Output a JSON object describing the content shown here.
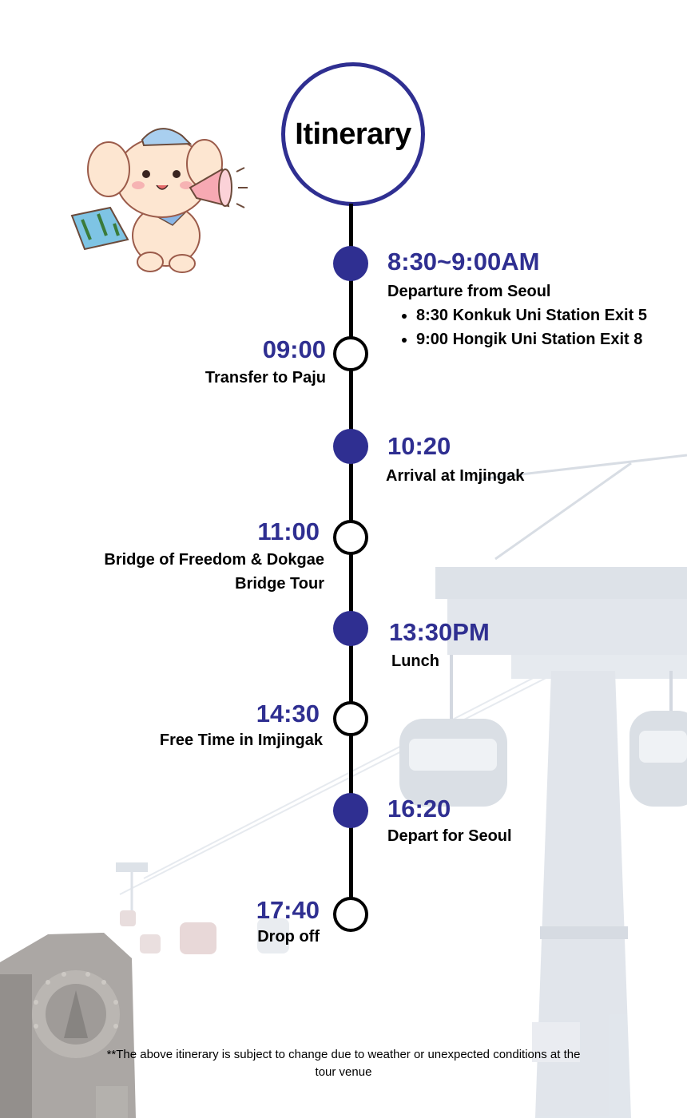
{
  "title": "Itinerary",
  "colors": {
    "accent": "#2f2f91",
    "line": "#000000",
    "bg_photo": "#c9d1dc"
  },
  "events": [
    {
      "time": "8:30~9:00AM",
      "description": "Departure from Seoul",
      "bullets": [
        "8:30 Konkuk Uni Station Exit 5",
        "9:00 Hongik Uni Station Exit 8"
      ]
    },
    {
      "time": "09:00",
      "description": "Transfer to Paju"
    },
    {
      "time": "10:20",
      "description": "Arrival at Imjingak"
    },
    {
      "time": "11:00",
      "description": "Bridge of Freedom & Dokgae Bridge Tour"
    },
    {
      "time": "13:30PM",
      "description": "Lunch"
    },
    {
      "time": "14:30",
      "description": "Free Time in Imjingak"
    },
    {
      "time": "16:20",
      "description": "Depart for Seoul"
    },
    {
      "time": "17:40",
      "description": "Drop off"
    }
  ],
  "footnote": "**The above itinerary is subject to change due to weather or unexpected conditions at the tour venue",
  "illustrations": {
    "mascot": "puppy-megaphone-map-icon",
    "background_photo": "cable-car-photo",
    "train_photo": "steam-locomotive-photo"
  }
}
